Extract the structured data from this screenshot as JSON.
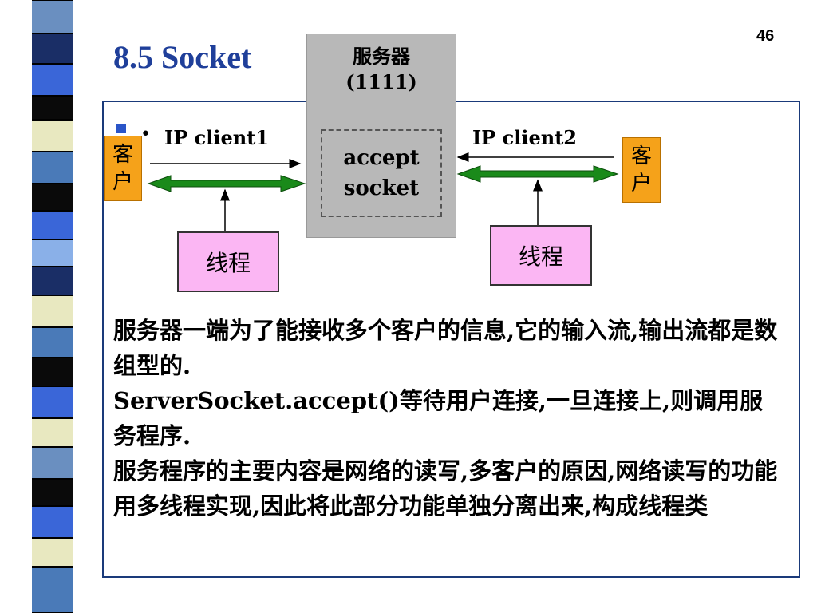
{
  "slide": {
    "page_number": "46",
    "title": "8.5 Socket"
  },
  "diagram": {
    "server_label": "服务器\n(1111)",
    "accept_socket_label": "accept\nsocket",
    "ip_client1": "IP  client1",
    "ip_client2": "IP  client2",
    "client_left": "客\n户",
    "client_right": "客\n户",
    "thread_left": "线程",
    "thread_right": "线程"
  },
  "body": {
    "paragraph": "服务器一端为了能接收多个客户的信息,它的输入流,输出流都是数组型的.\nServerSocket.accept()等待用户连接,一旦连接上,则调用服务程序.\n服务程序的主要内容是网络的读写,多客户的原因,网络读写的功能用多线程实现,因此将此部分功能单独分离出来,构成线程类"
  },
  "colors": {
    "title": "#1f3f9a",
    "frame": "#1a3a7a",
    "client": "#f5a21a",
    "thread": "#fbb6f3",
    "server": "#b8b8b8",
    "bidirectional_arrow": "#1a8a1a"
  }
}
